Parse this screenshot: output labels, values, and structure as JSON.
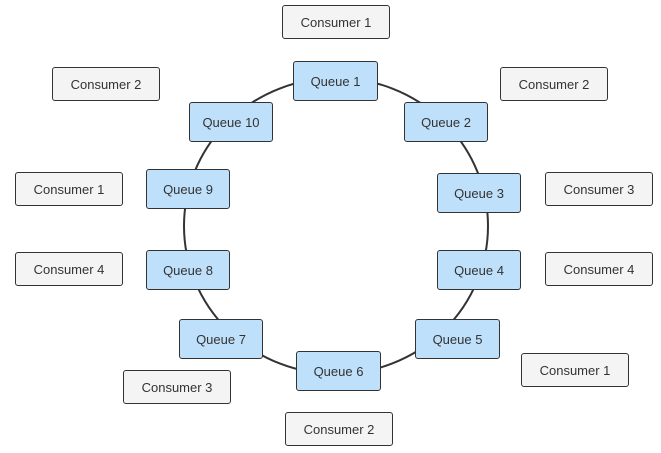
{
  "diagram": {
    "queues": {
      "q1": "Queue 1",
      "q2": "Queue 2",
      "q3": "Queue 3",
      "q4": "Queue 4",
      "q5": "Queue 5",
      "q6": "Queue 6",
      "q7": "Queue 7",
      "q8": "Queue 8",
      "q9": "Queue 9",
      "q10": "Queue 10"
    },
    "consumers": {
      "top": "Consumer 1",
      "top_left": "Consumer 2",
      "top_right": "Consumer 2",
      "left_upper": "Consumer 1",
      "right_upper": "Consumer 3",
      "left_lower": "Consumer 4",
      "right_lower": "Consumer 4",
      "bottom_right": "Consumer 1",
      "bottom_left": "Consumer 3",
      "bottom": "Consumer 2"
    },
    "colors": {
      "queue_fill": "#bfe0fa",
      "consumer_fill": "#f4f4f4",
      "outline": "#333333"
    }
  }
}
